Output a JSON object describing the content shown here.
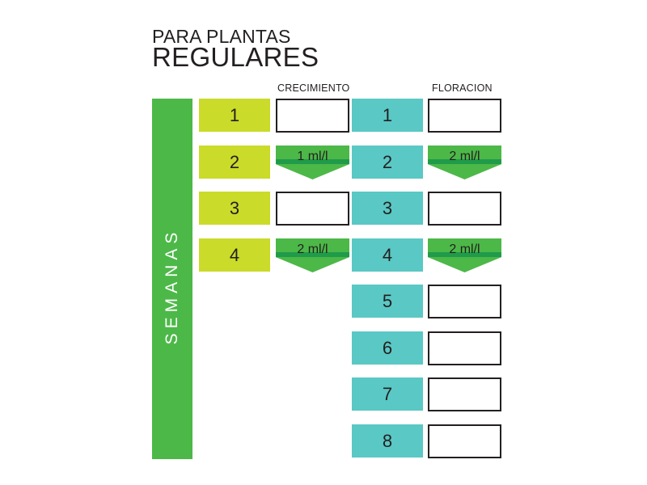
{
  "title": {
    "line1": "PARA PLANTAS",
    "line2": "REGULARES"
  },
  "columns": {
    "growth": "CRECIMIENTO",
    "flowering": "FLORACION"
  },
  "weeks_label": "SEMANAS",
  "growth": [
    {
      "week": "1",
      "dose": ""
    },
    {
      "week": "2",
      "dose": "1 ml/l"
    },
    {
      "week": "3",
      "dose": ""
    },
    {
      "week": "4",
      "dose": "2 ml/l"
    }
  ],
  "flowering": [
    {
      "week": "1",
      "dose": ""
    },
    {
      "week": "2",
      "dose": "2 ml/l"
    },
    {
      "week": "3",
      "dose": ""
    },
    {
      "week": "4",
      "dose": "2 ml/l"
    },
    {
      "week": "5",
      "dose": ""
    },
    {
      "week": "6",
      "dose": ""
    },
    {
      "week": "7",
      "dose": ""
    },
    {
      "week": "8",
      "dose": ""
    }
  ],
  "colors": {
    "growth_week": "#cadb2a",
    "flowering_week": "#5ac8c4",
    "weeks_bar": "#4cb848",
    "dose_arrow": "#4cb848",
    "dose_band": "#1f9b4a"
  }
}
